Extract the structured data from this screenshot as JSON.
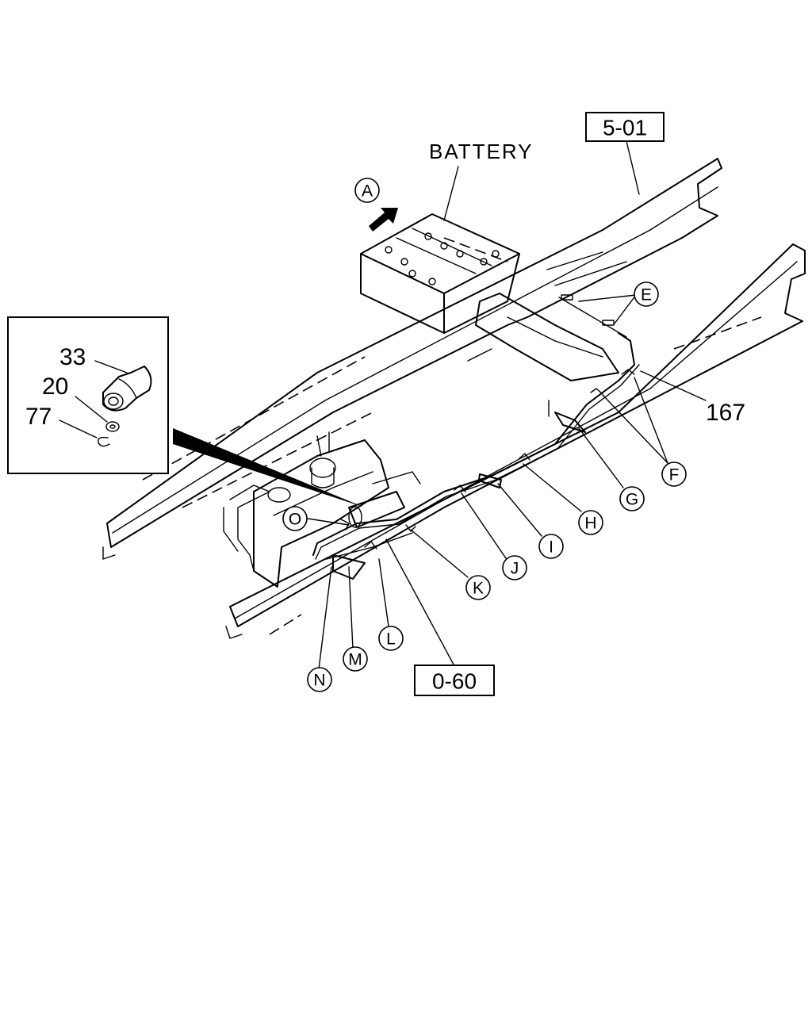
{
  "labels": {
    "battery": "BATTERY",
    "ref_top": "5-01",
    "ref_bottom": "0-60",
    "part_167": "167",
    "part_33": "33",
    "part_20": "20",
    "part_77": "77"
  },
  "letters": {
    "A": "A",
    "E": "E",
    "F": "F",
    "G": "G",
    "H": "H",
    "I": "I",
    "J": "J",
    "K": "K",
    "L": "L",
    "M": "M",
    "N": "N",
    "O": "O"
  }
}
